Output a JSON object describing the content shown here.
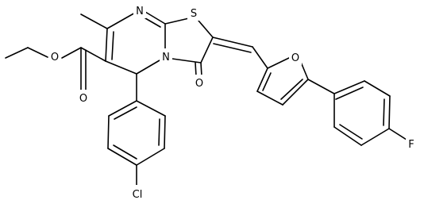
{
  "structure": {
    "atom_labels": [
      {
        "id": "n_top",
        "text": "N"
      },
      {
        "id": "s_ring",
        "text": "S"
      },
      {
        "id": "n_bridge",
        "text": "N"
      },
      {
        "id": "o_ester_single",
        "text": "O"
      },
      {
        "id": "o_ester_carbonyl",
        "text": "O"
      },
      {
        "id": "o_ketone",
        "text": "O"
      },
      {
        "id": "o_furan",
        "text": "O"
      },
      {
        "id": "cl",
        "text": "Cl"
      },
      {
        "id": "f",
        "text": "F"
      }
    ]
  }
}
